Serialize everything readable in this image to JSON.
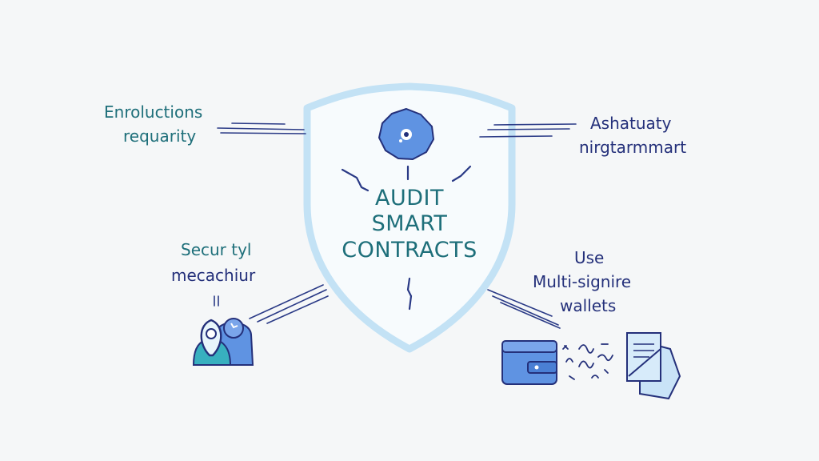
{
  "center": {
    "line1": "AUDIT",
    "line2": "SMART",
    "line3": "CONTRACTS"
  },
  "labels": {
    "top_left": {
      "line1": "Enroluctions",
      "line2": "requarity"
    },
    "top_right": {
      "line1": "Ashatuaty",
      "line2": "nirgtarmmart"
    },
    "mid_left": {
      "line1": "Secur tyl",
      "line2": "mecachiur"
    },
    "mid_right": {
      "line1": "Use",
      "line2": "Multi-signire",
      "line3": "wallets"
    }
  },
  "colors": {
    "shield_stroke": "#c3e2f5",
    "shield_fill": "#f7fbfd",
    "accent_blue": "#5f93e2",
    "accent_teal": "#38b0bf",
    "label_teal": "#1e6f7a",
    "label_navy": "#24307a",
    "line_navy": "#2a3a86"
  },
  "icons": [
    "gear-badge-icon",
    "user-location-icon",
    "wallet-icon",
    "document-icon",
    "signature-squiggle-icon"
  ]
}
